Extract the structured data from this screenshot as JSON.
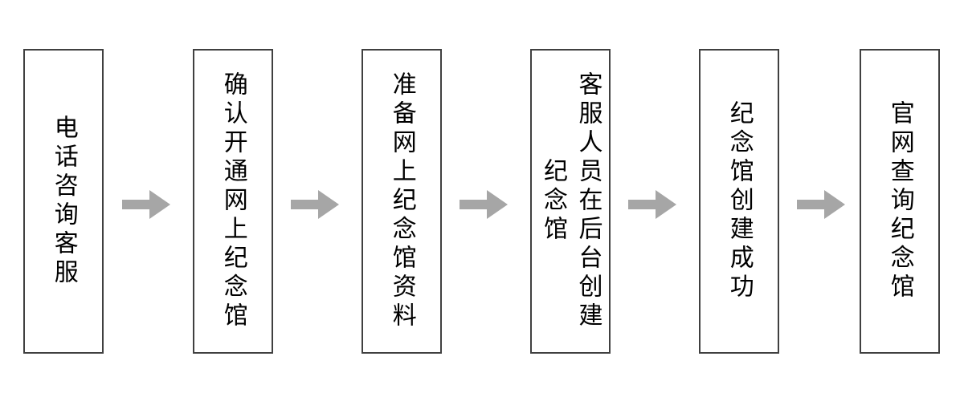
{
  "diagram": {
    "type": "flowchart",
    "orientation": "horizontal-left-to-right",
    "text_direction": "vertical-rl",
    "colors": {
      "background": "#ffffff",
      "box_border": "#404040",
      "box_fill": "#ffffff",
      "text": "#000000",
      "arrow": "#a6a6a6"
    },
    "steps": [
      {
        "index": 1,
        "label": "电话咨询客服"
      },
      {
        "index": 2,
        "label": "确认开通网上纪念馆"
      },
      {
        "index": 3,
        "label": "准备网上纪念馆资料"
      },
      {
        "index": 4,
        "label": "客服人员在后台创建纪念馆"
      },
      {
        "index": 5,
        "label": "纪念馆创建成功"
      },
      {
        "index": 6,
        "label": "官网查询纪念馆"
      }
    ],
    "connectors": [
      {
        "index": 1,
        "from": 1,
        "to": 2,
        "shape": "block-arrow-right"
      },
      {
        "index": 2,
        "from": 2,
        "to": 3,
        "shape": "block-arrow-right"
      },
      {
        "index": 3,
        "from": 3,
        "to": 4,
        "shape": "block-arrow-right"
      },
      {
        "index": 4,
        "from": 4,
        "to": 5,
        "shape": "block-arrow-right"
      },
      {
        "index": 5,
        "from": 5,
        "to": 6,
        "shape": "block-arrow-right"
      }
    ]
  }
}
